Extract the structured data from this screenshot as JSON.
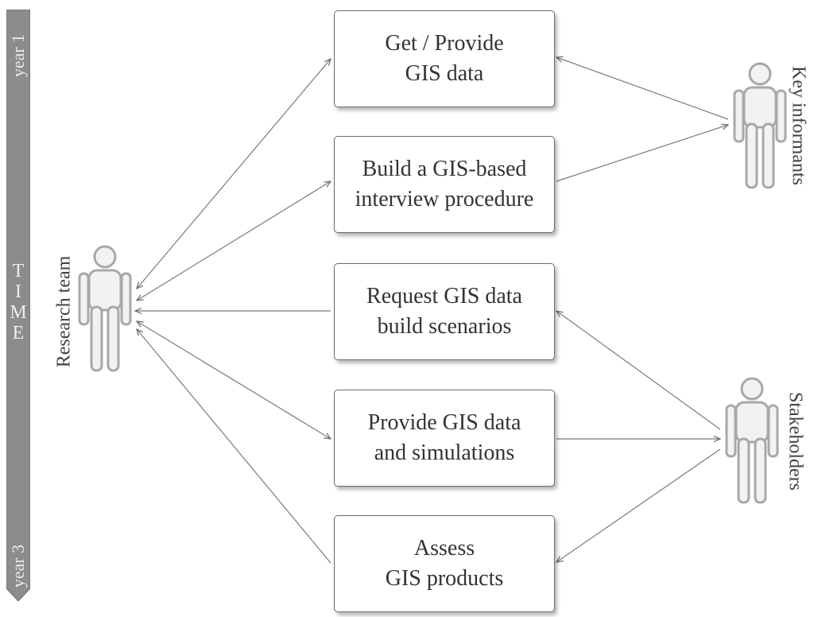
{
  "timeline": {
    "start_label": "year 1",
    "end_label": "year 3",
    "axis_letters": [
      "T",
      "I",
      "M",
      "E"
    ]
  },
  "actors": {
    "research_team": "Research team",
    "key_informants": "Key informants",
    "stakeholders": "Stakeholders"
  },
  "steps": [
    {
      "line1": "Get / Provide",
      "line2": "GIS data"
    },
    {
      "line1": "Build a GIS-based",
      "line2": "interview procedure"
    },
    {
      "line1": "Request GIS data",
      "line2": "build scenarios"
    },
    {
      "line1": "Provide GIS data",
      "line2": "and simulations"
    },
    {
      "line1": "Assess",
      "line2": "GIS products"
    }
  ],
  "colors": {
    "timeline_bar": "#8c8c8c",
    "box_border": "#6b6b6b",
    "arrow": "#7a7a7a",
    "figure_fill": "#f2f2f2",
    "figure_stroke": "#a8a8a8"
  }
}
